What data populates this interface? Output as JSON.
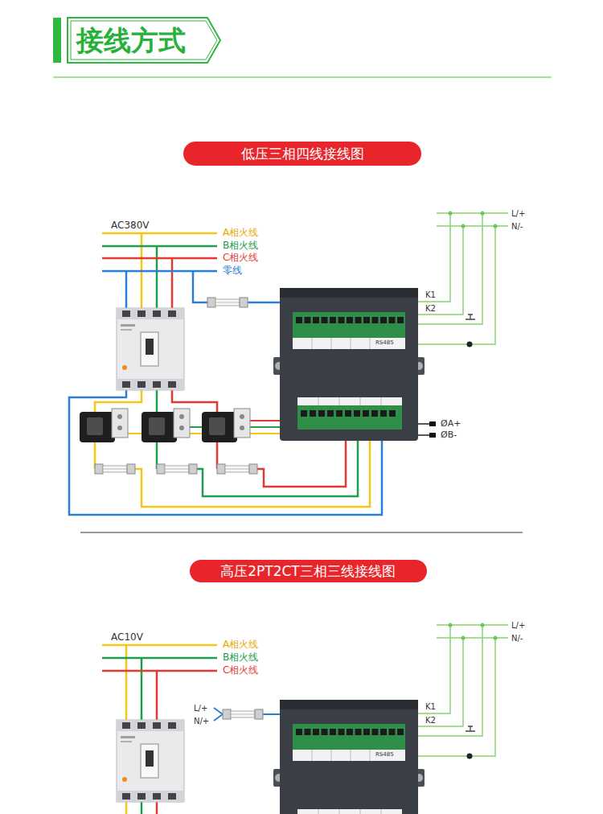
{
  "diagram": {
    "title": "接线方式",
    "nodes": [
      {
        "text": [
          "低压三相四线接线图"
        ]
      },
      {
        "text": [
          "高压2PT2CT三相三线接线图"
        ]
      }
    ],
    "labels": [
      "AC380V",
      "A相火线",
      "B相火线",
      "C相火线",
      "零线",
      "L/+",
      "N/-",
      "K1",
      "K2",
      "RS485",
      "ØA+",
      "ØB-",
      "AC10V",
      "A相火线",
      "B相火线",
      "C相火线",
      "L/+",
      "N/+",
      "L/+",
      "N/-",
      "K1",
      "K2",
      "RS485"
    ]
  }
}
